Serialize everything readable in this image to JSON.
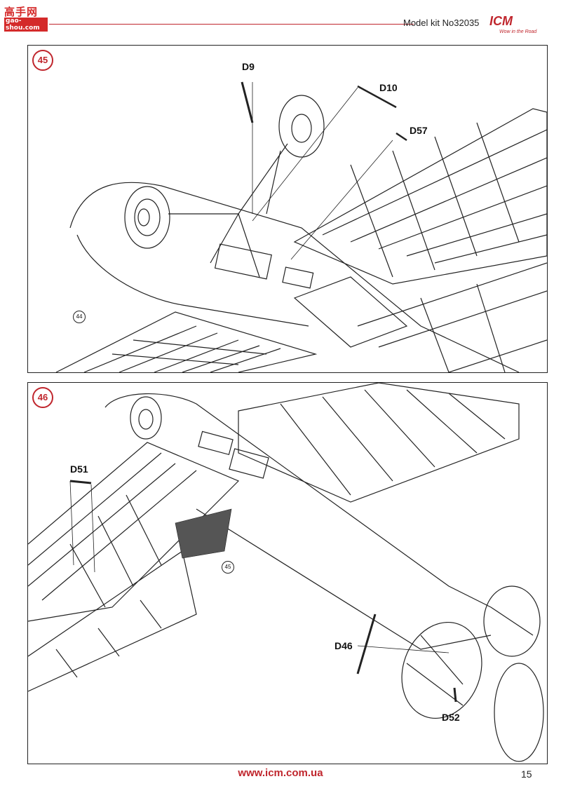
{
  "header": {
    "site_cn": "高手网",
    "site_url": "gao-shou.com",
    "kit_label": "Model kit No32035",
    "brand": "ICM",
    "brand_tagline": "Wow in the Road"
  },
  "steps": [
    {
      "number": "45",
      "ref_step": "44",
      "parts": [
        "D9",
        "D10",
        "D57"
      ]
    },
    {
      "number": "46",
      "ref_step": "45",
      "parts": [
        "D51",
        "D46",
        "D52"
      ]
    }
  ],
  "footer": {
    "url": "www.icm.com.ua",
    "page": "15"
  },
  "colors": {
    "accent": "#c0262d",
    "line": "#222222"
  }
}
